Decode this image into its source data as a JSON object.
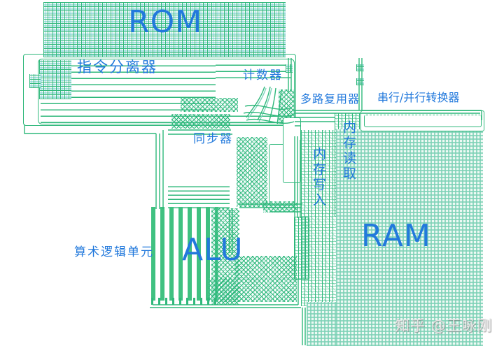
{
  "colors": {
    "wire_green": "#2fb87b",
    "teal_accent": "#7fd4bc",
    "label_blue": "#2279dc",
    "ram_fill": "#a8dfc9",
    "watermark_gray": "#e3e3e3"
  },
  "labels": {
    "rom": "ROM",
    "instruction_separator": "指令分离器",
    "counter": "计数器",
    "multiplexer": "多路复用器",
    "serial_parallel_converter": "串行/并行转换器",
    "synchronizer": "同步器",
    "memory_read": "内存读取",
    "memory_write": "内存写入",
    "ram": "RAM",
    "alu": "ALU",
    "alu_chinese": "算术逻辑单元",
    "watermark": "知乎 @王咏刚"
  }
}
